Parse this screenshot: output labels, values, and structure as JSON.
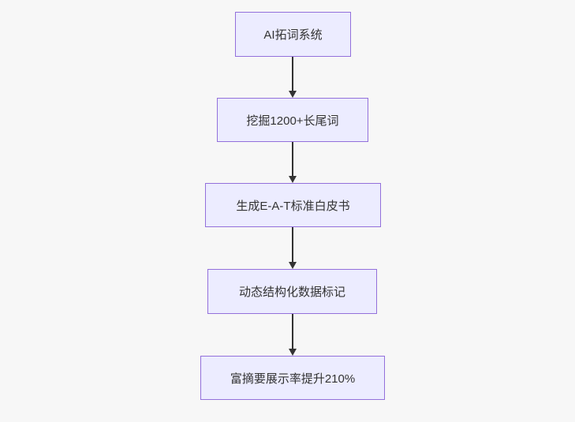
{
  "diagram": {
    "type": "flowchart",
    "direction": "top-down",
    "nodes": [
      {
        "id": "n1",
        "label": "AI拓词系统"
      },
      {
        "id": "n2",
        "label": "挖掘1200+长尾词"
      },
      {
        "id": "n3",
        "label": "生成E-A-T标准白皮书"
      },
      {
        "id": "n4",
        "label": "动态结构化数据标记"
      },
      {
        "id": "n5",
        "label": "富摘要展示率提升210%"
      }
    ],
    "edges": [
      {
        "from": "n1",
        "to": "n2"
      },
      {
        "from": "n2",
        "to": "n3"
      },
      {
        "from": "n3",
        "to": "n4"
      },
      {
        "from": "n4",
        "to": "n5"
      }
    ],
    "colors": {
      "background": "#F7F7F7",
      "node_fill": "#ECECFF",
      "node_border": "#9370DB",
      "arrow": "#333333",
      "text": "#333333"
    }
  }
}
